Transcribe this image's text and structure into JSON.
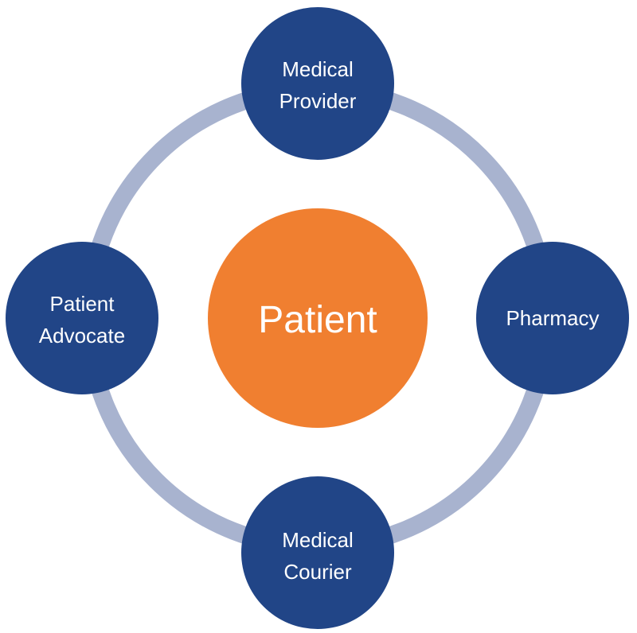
{
  "diagram": {
    "center": {
      "label": "Patient",
      "color": "#F07F30"
    },
    "ring_color": "#A8B3CF",
    "node_color": "#214587",
    "nodes": {
      "top": {
        "line1": "Medical",
        "line2": "Provider"
      },
      "right": {
        "line1": "Pharmacy"
      },
      "bottom": {
        "line1": "Medical",
        "line2": "Courier"
      },
      "left": {
        "line1": "Patient",
        "line2": "Advocate"
      }
    }
  }
}
